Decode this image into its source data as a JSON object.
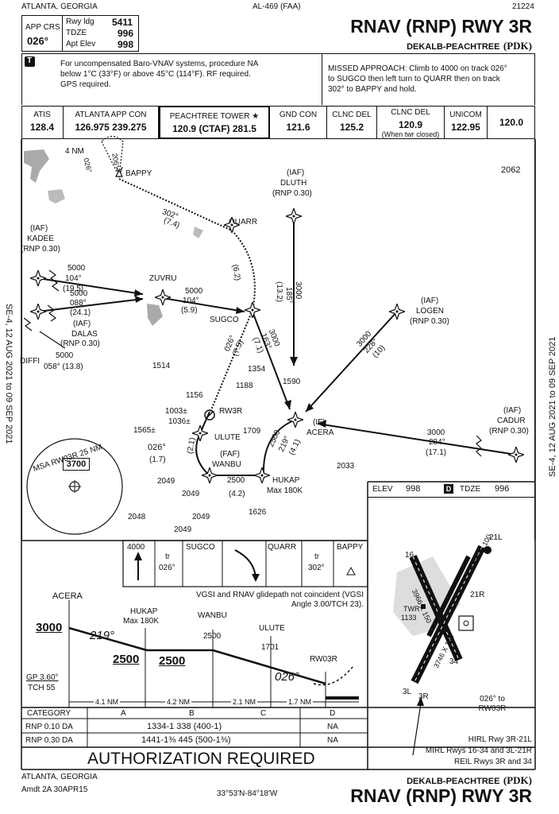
{
  "header": {
    "location": "ATLANTA, GEORGIA",
    "chart_id": "AL-469 (FAA)",
    "procedure_number": "21224",
    "title": "RNAV (RNP) RWY 3R",
    "airport": "DEKALB-PEACHTREE",
    "airport_code": "(PDK)",
    "app_crs_label": "APP CRS",
    "app_crs": "026°",
    "rwy_ldg_label": "Rwy ldg",
    "rwy_ldg": "5411",
    "tdze_label": "TDZE",
    "tdze": "996",
    "apt_elev_label": "Apt Elev",
    "apt_elev": "998"
  },
  "notes": {
    "left": "For uncompensated Baro-VNAV systems, procedure NA below 1°C (33°F) or above 45°C (114°F). RF required.  GPS required.",
    "missed": "MISSED APPROACH: Climb to 4000 on track 026° to SUGCO then left turn to QUARR then on track 302° to BAPPY and hold."
  },
  "comms": [
    {
      "label": "ATIS",
      "value": "128.4"
    },
    {
      "label": "ATLANTA APP CON",
      "value": "126.975  239.275"
    },
    {
      "label": "PEACHTREE TOWER ★",
      "value": "120.9 (CTAF)  281.5"
    },
    {
      "label": "GND CON",
      "value": "121.6"
    },
    {
      "label": "CLNC DEL",
      "value": "125.2"
    },
    {
      "label": "CLNC DEL",
      "value": "120.9",
      "sub": "(When twr closed)"
    },
    {
      "label": "UNICOM",
      "value": "122.95"
    },
    {
      "label": "",
      "value": "120.0"
    }
  ],
  "side_note": "SE-4, 12 AUG 2021  to  09 SEP 2021",
  "plan": {
    "fixes": {
      "bappy": "BAPPY",
      "quarr": "QUARR",
      "sugco": "SUGCO",
      "zuvru": "ZUVRU",
      "kadee": "KADEE",
      "dluth": "DLUTH",
      "logen": "LOGEN",
      "dalas": "DALAS",
      "diffi": "DIFFI",
      "acera": "ACERA",
      "cadur": "CADUR",
      "hukap": "HUKAP",
      "wanbu": "WANBU",
      "ulute": "ULUTE",
      "rw3r": "RW3R"
    },
    "iaf": "(IAF)",
    "faf": "(FAF)",
    "if": "(IF)",
    "rnp030": "(RNP 0.30)",
    "hold_dist": "4 NM",
    "hold_in": "026°",
    "hold_out": "206°",
    "legs": {
      "kadee": [
        "5000",
        "104°",
        "(19.5)"
      ],
      "dalas": [
        "5000",
        "088°",
        "(24.1)"
      ],
      "zuvru": [
        "5000",
        "104°",
        "(5.9)"
      ],
      "diffi": [
        "5000",
        "058° (13.8)"
      ],
      "dluth": [
        "3000",
        "185°",
        "(13.2)"
      ],
      "logen": [
        "3000",
        "228°",
        "(10)"
      ],
      "cadur": [
        "3000",
        "284°",
        "(17.1)"
      ],
      "sugco": [
        "3000",
        "163°",
        "(7.1)"
      ],
      "acera": [
        "2500",
        "219°",
        "(4.1)"
      ],
      "wanbu": [
        "2500",
        "(4.2)"
      ],
      "ulute": [
        "026°",
        "(1.7)"
      ],
      "missed1": [
        "302°",
        "(7.4)"
      ],
      "missed2": "(6.2)",
      "missed3": [
        "026°",
        "(7.5)"
      ],
      "rf": "(2.1)"
    },
    "hukap_max": "Max 180K",
    "elevs": [
      "2062",
      "1514",
      "1354",
      "1188",
      "1590",
      "1156",
      "1003±",
      "1036±",
      "1565±",
      "1709",
      "2049",
      "2049",
      "2048",
      "2049",
      "2049",
      "1626",
      "2033"
    ],
    "msa_label": "MSA RW03R 25 NM",
    "msa_alt": "3700"
  },
  "airport_inset": {
    "elev_label": "ELEV",
    "elev": "998",
    "tdze_label": "TDZE",
    "tdze": "996",
    "twr": "TWR",
    "twr_elev": "1133",
    "rwy_a": "3966 X 150",
    "rwy_b": "6001 X 100",
    "rwy_c": "3746 X 150",
    "rwy_nums": [
      "16",
      "21L",
      "21R",
      "3L",
      "3R",
      "34"
    ],
    "note_026": "026° to RW03R",
    "lights": [
      "HIRL Rwy 3R-21L",
      "MIRL Rwys 16-34 and 3L-21R",
      "REIL Rwys 3R and 34"
    ]
  },
  "missed_icons": {
    "climb": "4000",
    "tr1": "tr",
    "tr1_crs": "026°",
    "sugco": "SUGCO",
    "quarr": "QUARR",
    "tr2": "tr",
    "tr2_crs": "302°",
    "bappy": "BAPPY"
  },
  "profile": {
    "vgsi": "VGSI and RNAV glidepath not coincident (VGSI Angle 3.00/TCH 23).",
    "acera": "ACERA",
    "acera_alt": "3000",
    "hukap": "HUKAP",
    "hukap_max": "Max 180K",
    "hukap_alt": "2500",
    "wanbu": "WANBU",
    "wanbu_alt": "2500",
    "wanbu_alt2": "2500",
    "ulute": "ULUTE",
    "ulute_alt": "1701",
    "rw03r": "RW03R",
    "crs1": "219°",
    "crs2": "026°",
    "gp": "GP 3.60°",
    "tch": "TCH 55",
    "dists": [
      "4.1 NM",
      "4.2 NM",
      "2.1 NM",
      "1.7 NM"
    ]
  },
  "minimums": {
    "headers": [
      "CATEGORY",
      "A",
      "B",
      "C",
      "D"
    ],
    "rows": [
      {
        "label": "RNP 0.10  DA",
        "value": "1334-1   338 (400-1)",
        "d": "NA"
      },
      {
        "label": "RNP 0.30  DA",
        "value": "1441-1⅜   445 (500-1⅜)",
        "d": "NA"
      }
    ],
    "auth": "AUTHORIZATION REQUIRED"
  },
  "footer": {
    "location": "ATLANTA, GEORGIA",
    "amdt": "Amdt 2A  30APR15",
    "coords": "33°53'N-84°18'W",
    "airport": "DEKALB-PEACHTREE",
    "airport_code": "(PDK)",
    "title": "RNAV (RNP) RWY 3R"
  }
}
